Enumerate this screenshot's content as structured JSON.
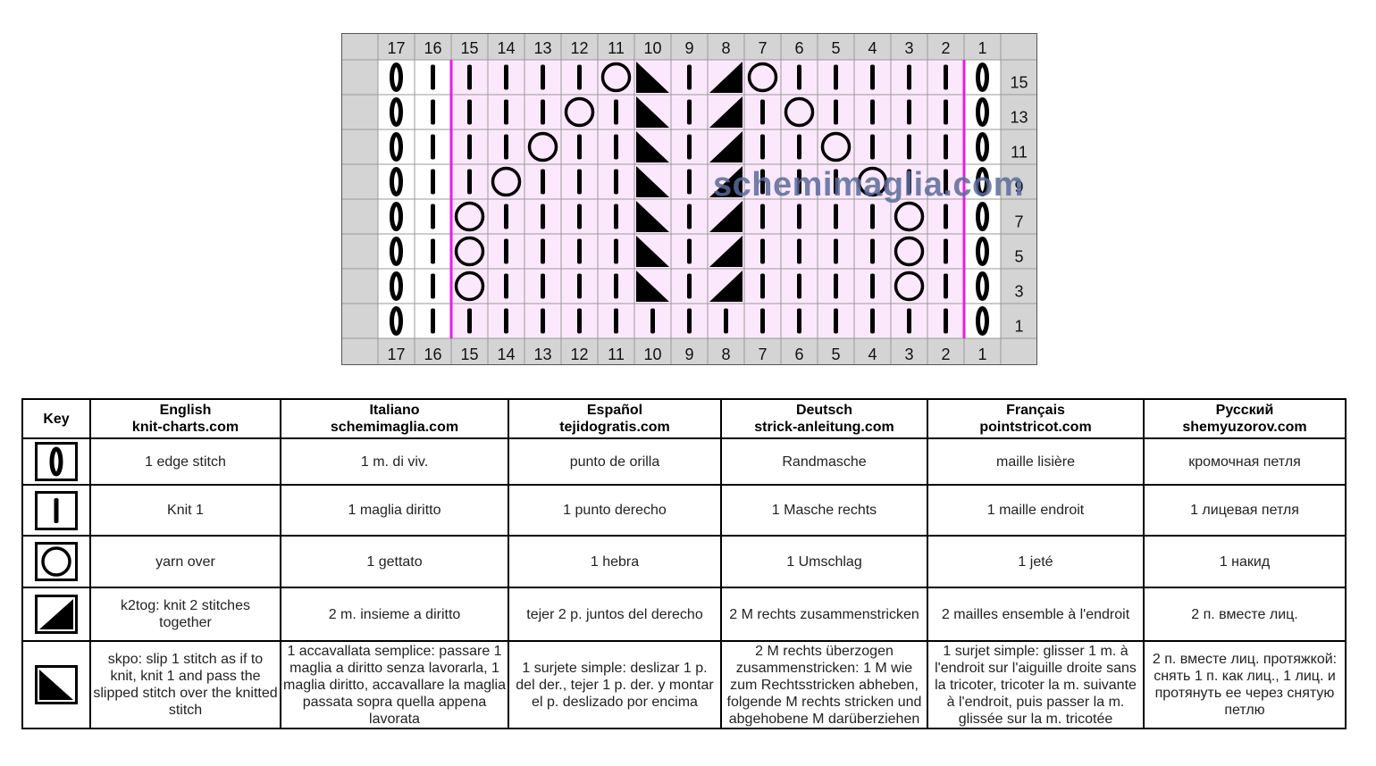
{
  "chart": {
    "column_numbers": [
      "17",
      "16",
      "15",
      "14",
      "13",
      "12",
      "11",
      "10",
      "9",
      "8",
      "7",
      "6",
      "5",
      "4",
      "3",
      "2",
      "1"
    ],
    "row_numbers": [
      "15",
      "13",
      "11",
      "9",
      "7",
      "5",
      "3",
      "1"
    ],
    "grid": [
      [
        "E",
        "K",
        "K",
        "K",
        "K",
        "K",
        "O",
        "S",
        "K",
        "T",
        "O",
        "K",
        "K",
        "K",
        "K",
        "K",
        "E"
      ],
      [
        "E",
        "K",
        "K",
        "K",
        "K",
        "O",
        "K",
        "S",
        "K",
        "T",
        "K",
        "O",
        "K",
        "K",
        "K",
        "K",
        "E"
      ],
      [
        "E",
        "K",
        "K",
        "K",
        "O",
        "K",
        "K",
        "S",
        "K",
        "T",
        "K",
        "K",
        "O",
        "K",
        "K",
        "K",
        "E"
      ],
      [
        "E",
        "K",
        "K",
        "O",
        "K",
        "K",
        "K",
        "S",
        "K",
        "T",
        "K",
        "K",
        "K",
        "O",
        "K",
        "K",
        "E"
      ],
      [
        "E",
        "K",
        "O",
        "K",
        "K",
        "K",
        "K",
        "S",
        "K",
        "T",
        "K",
        "K",
        "K",
        "K",
        "O",
        "K",
        "E"
      ],
      [
        "E",
        "K",
        "O",
        "K",
        "K",
        "K",
        "K",
        "S",
        "K",
        "T",
        "K",
        "K",
        "K",
        "K",
        "O",
        "K",
        "E"
      ],
      [
        "E",
        "K",
        "O",
        "K",
        "K",
        "K",
        "K",
        "S",
        "K",
        "T",
        "K",
        "K",
        "K",
        "K",
        "O",
        "K",
        "E"
      ],
      [
        "E",
        "K",
        "K",
        "K",
        "K",
        "K",
        "K",
        "K",
        "K",
        "K",
        "K",
        "K",
        "K",
        "K",
        "K",
        "K",
        "E"
      ]
    ],
    "colors": {
      "header_fill": "#d4d4d4",
      "pattern_fill": "#fce8fc",
      "edge_fill": "#ffffff",
      "repeat_line": "#e81ee8",
      "grid_line": "#9a9a9a"
    },
    "symbol_names": {
      "E": "edge-stitch-icon",
      "K": "knit-icon",
      "O": "yarn-over-icon",
      "T": "k2tog-icon",
      "S": "skpo-icon"
    }
  },
  "watermark": "schemimaglia.com",
  "key_table": {
    "headers": [
      {
        "line1": "Key",
        "line2": ""
      },
      {
        "line1": "English",
        "line2": "knit-charts.com"
      },
      {
        "line1": "Italiano",
        "line2": "schemimaglia.com"
      },
      {
        "line1": "Español",
        "line2": "tejidogratis.com"
      },
      {
        "line1": "Deutsch",
        "line2": "strick-anleitung.com"
      },
      {
        "line1": "Français",
        "line2": "pointstricot.com"
      },
      {
        "line1": "Русский",
        "line2": "shemyuzorov.com"
      }
    ],
    "rows": [
      {
        "icon": "edge-stitch-icon",
        "cells": [
          "1 edge stitch",
          "1 m. di viv.",
          "punto de orilla",
          "Randmasche",
          "maille lisière",
          "кромочная петля"
        ]
      },
      {
        "icon": "knit-icon",
        "cells": [
          "Knit 1",
          "1 maglia diritto",
          "1 punto derecho",
          "1 Masche rechts",
          "1 maille endroit",
          "1 лицевая петля"
        ]
      },
      {
        "icon": "yarn-over-icon",
        "cells": [
          "yarn over",
          "1 gettato",
          "1 hebra",
          "1 Umschlag",
          "1 jeté",
          "1 накид"
        ]
      },
      {
        "icon": "k2tog-icon",
        "cells": [
          "k2tog: knit 2 stitches together",
          "2 m. insieme a diritto",
          "tejer 2 p. juntos del derecho",
          "2 M rechts zusammenstricken",
          "2 mailles ensemble à l'endroit",
          "2 п. вместе лиц."
        ]
      },
      {
        "icon": "skpo-icon",
        "cells": [
          "skpo: slip 1 stitch as if to knit, knit 1 and pass the slipped stitch over the knitted stitch",
          "1 accavallata semplice: passare 1 maglia a diritto senza lavorarla, 1 maglia diritto, accavallare la maglia passata sopra quella appena lavorata",
          "1 surjete simple: deslizar 1 p. del der., tejer 1 p. der. y montar el p. deslizado por encima",
          "2 M rechts überzogen zusammenstricken: 1 M wie zum Rechtsstricken abheben, folgende M rechts stricken und abgehobene M darüberziehen",
          "1 surjet simple: glisser 1 m. à l'endroit sur l'aiguille droite sans la tricoter, tricoter la m. suivante à l'endroit, puis passer la m. glissée sur la m. tricotée",
          "2 п. вместе лиц. протяжкой: снять 1 п. как лиц., 1 лиц. и протянуть ее через снятую петлю"
        ]
      }
    ]
  }
}
